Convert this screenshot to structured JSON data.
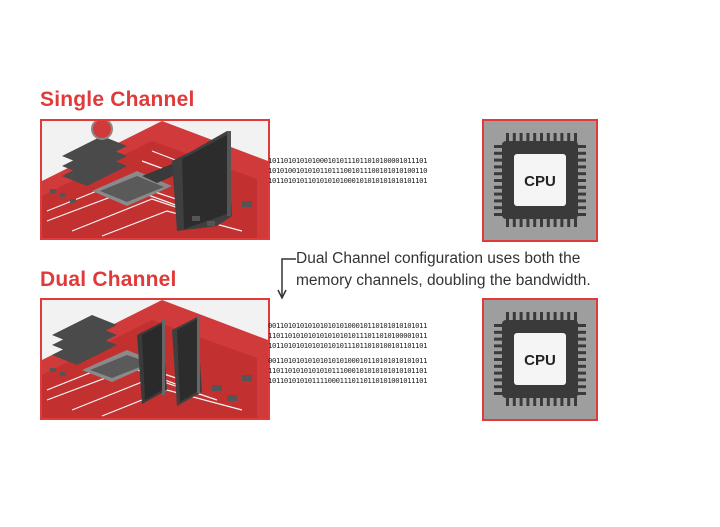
{
  "headings": {
    "single": "Single Channel",
    "dual": "Dual Channel"
  },
  "cpu_label": "CPU",
  "annotation": {
    "line1": "Dual Channel configuration uses both the",
    "line2": "memory channels, doubling the bandwidth."
  },
  "binary": {
    "single": [
      "1011010101010001010111011010100001011101",
      "1010100101010110111001011100101010100110",
      "1011010101101010101000101010101010101101"
    ],
    "dual_channel_1": [
      "0011010101010101010100010110101010101011",
      "1101101010101010101010111011010100001011",
      "1011010101010101010111011010100101101101"
    ],
    "dual_channel_2": [
      "0011010101010101010100010110101010101011",
      "1101101010101010111000101010101010101101",
      "1011010101011110001110110110101001011101"
    ]
  },
  "colors": {
    "accent_red": "#e03a3a",
    "heading_red": "#e03a3a",
    "cpu_gray": "#9e9e9e",
    "chip_dark": "#3a3a3a"
  }
}
